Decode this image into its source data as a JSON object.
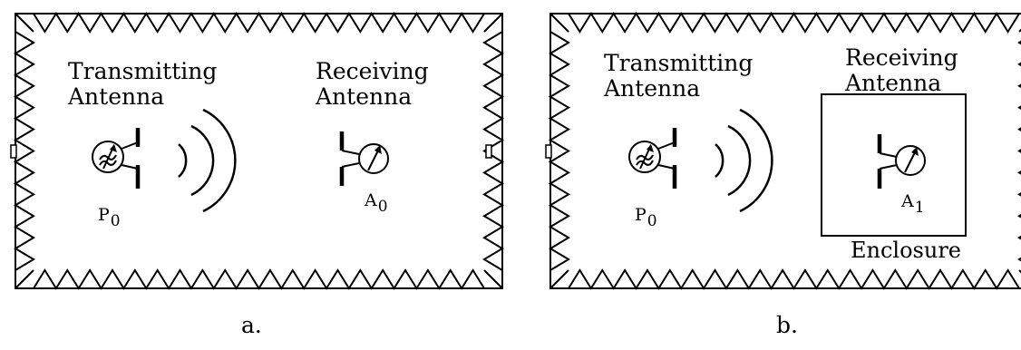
{
  "panel_a": {
    "transmitting_label": [
      "Transmitting",
      "Antenna"
    ],
    "receiving_label": [
      "Receiving",
      "Antenna"
    ],
    "power_symbol": "P",
    "power_subscript": "0",
    "meter_symbol": "A",
    "meter_subscript": "0",
    "caption": "a."
  },
  "panel_b": {
    "transmitting_label": [
      "Transmitting",
      "Antenna"
    ],
    "receiving_label": [
      "Receiving",
      "Antenna"
    ],
    "power_symbol": "P",
    "power_subscript": "0",
    "meter_symbol": "A",
    "meter_subscript": "1",
    "enclosure_label": "Enclosure",
    "caption": "b."
  }
}
